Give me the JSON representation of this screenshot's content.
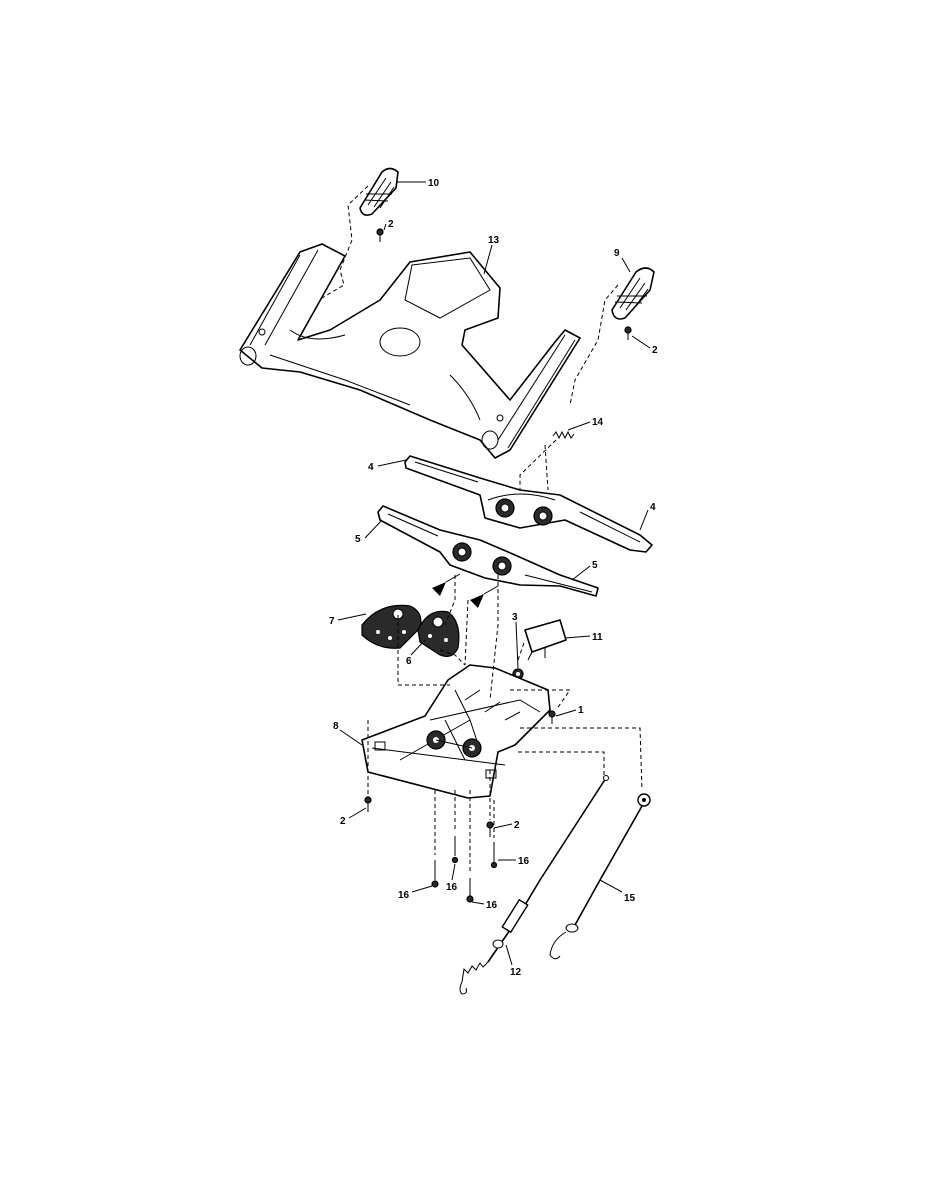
{
  "callouts": {
    "c1": "1",
    "c2a": "2",
    "c2b": "2",
    "c2c": "2",
    "c2d": "2",
    "c3": "3",
    "c4a": "4",
    "c4b": "4",
    "c5a": "5",
    "c5b": "5",
    "c6": "6",
    "c7": "7",
    "c8": "8",
    "c9": "9",
    "c10": "10",
    "c11": "11",
    "c12": "12",
    "c13": "13",
    "c14": "14",
    "c15": "15",
    "c16a": "16",
    "c16b": "16",
    "c16c": "16",
    "c16d": "16"
  }
}
